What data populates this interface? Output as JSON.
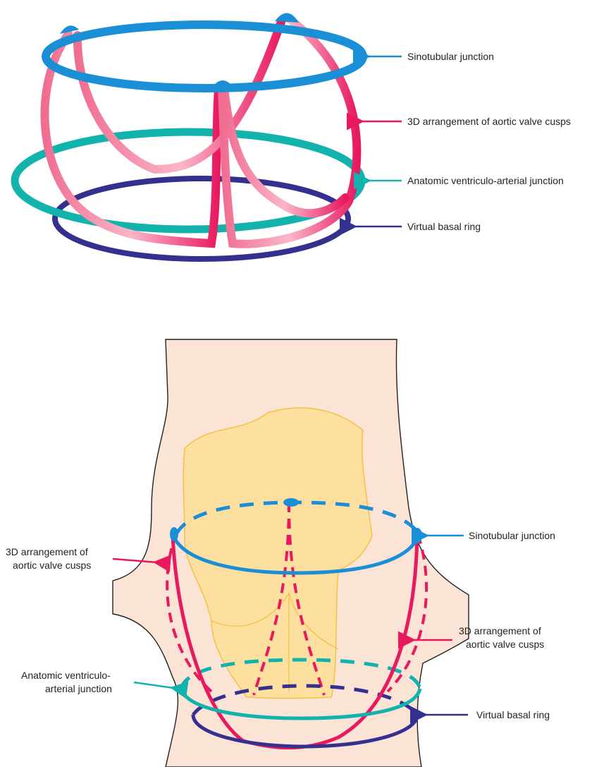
{
  "colors": {
    "sinotubular": "#1a8fd6",
    "cusps": "#e8195f",
    "cusps_light": "#f58aa6",
    "ventriculo_arterial": "#12b2ad",
    "basal_ring": "#34308f",
    "basal_ring_light": "#5a55a8",
    "tissue": "#fbe3d6",
    "leaflet_fill": "#fddf9f",
    "leaflet_stroke": "#f5c242"
  },
  "top_diagram": {
    "labels": {
      "sinotubular": "Sinotubular junction",
      "cusps": "3D arrangement of aortic valve cusps",
      "ventriculo_arterial": "Anatomic ventriculo-arterial junction",
      "basal_ring": "Virtual basal ring"
    }
  },
  "bottom_diagram": {
    "labels": {
      "sinotubular": "Sinotubular junction",
      "cusps_left_line1": "3D arrangement of",
      "cusps_left_line2": "aortic valve cusps",
      "cusps_right_line1": "3D arrangement of",
      "cusps_right_line2": "aortic valve cusps",
      "ventriculo_arterial_line1": "Anatomic ventriculo-",
      "ventriculo_arterial_line2": "arterial junction",
      "basal_ring": "Virtual basal ring"
    }
  }
}
